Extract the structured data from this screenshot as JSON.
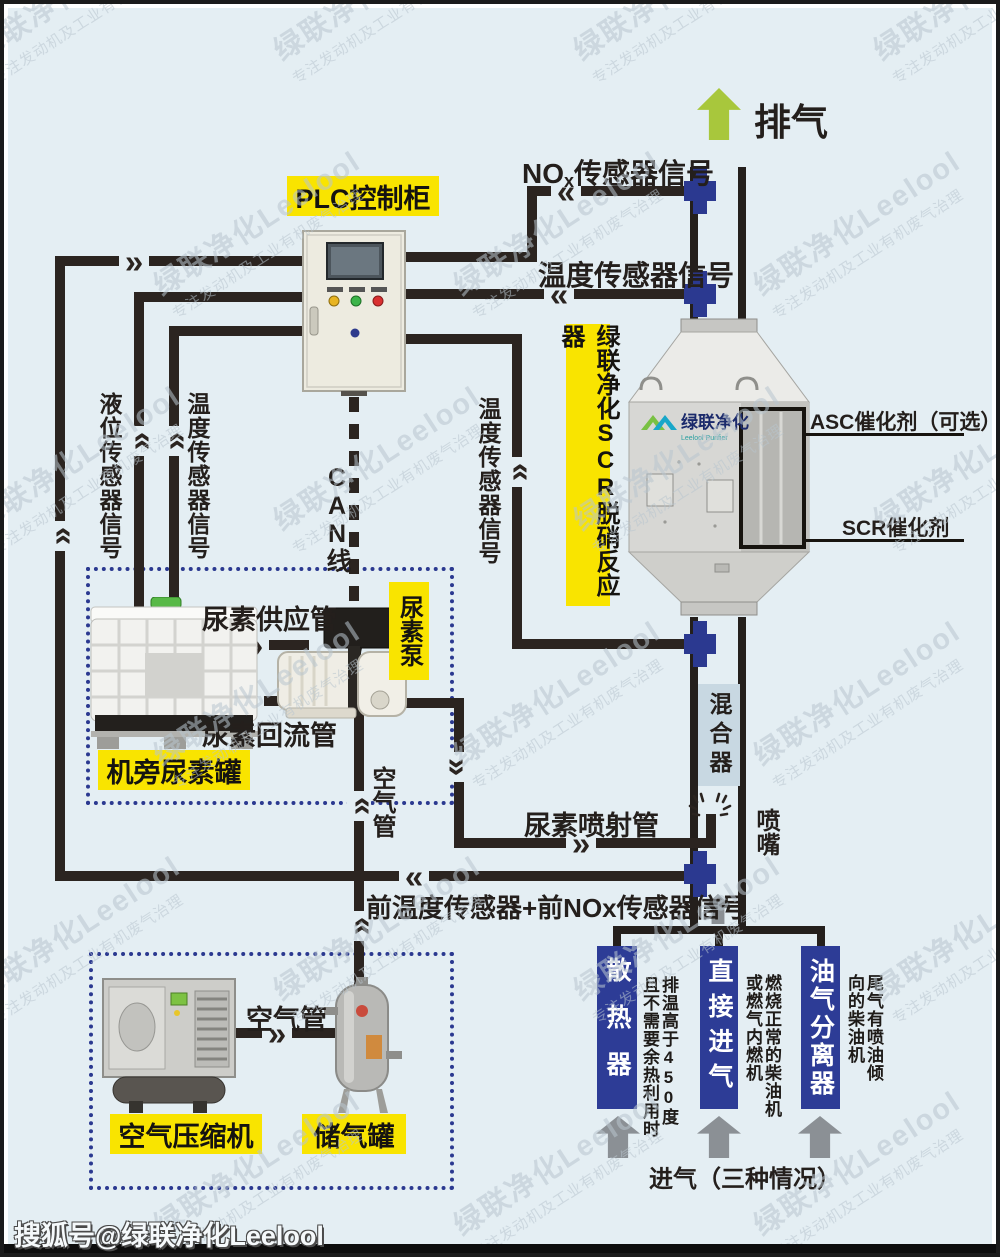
{
  "colors": {
    "background": "#e4eef3",
    "line": "#2b2420",
    "sensor_blue": "#2b3990",
    "label_yellow": "#f9e400",
    "intake_box_blue": "#2d3c96",
    "mixer_bg": "#c8d8e2",
    "exhaust_arrow_green": "#a8c73c",
    "intake_arrow_gray": "#8b9095"
  },
  "icons": {
    "chevron_right": "»",
    "chevron_left": "«"
  },
  "watermark": {
    "line1": "绿联净化Leelool",
    "line2": "专注发动机及工业有机废气治理"
  },
  "footer": {
    "text": "搜狐号@绿联净化Leelool"
  },
  "top": {
    "exhaust": "排气",
    "nox_prefix": "NO",
    "nox_sub": "x",
    "nox_suffix": "传感器信号",
    "temp_signal": "温度传感器信号"
  },
  "plc": {
    "label": "PLC控制柜"
  },
  "left_signals": {
    "level": "液位传感器信号",
    "temp": "温度传感器信号",
    "can": "CAN线",
    "mid_temp": "温度传感器信号"
  },
  "reactor": {
    "label": "绿联净化SCR脱硝反应器",
    "asc": "ASC催化剂（可选）",
    "scr": "SCR催化剂",
    "logo_cn": "绿联净化",
    "logo_en": "Leelool Purifier"
  },
  "urea": {
    "supply": "尿素供应管",
    "pump": "尿素泵",
    "return": "尿素回流管",
    "tank": "机旁尿素罐",
    "injection": "尿素喷射管",
    "air_pipe": "空气管"
  },
  "duct": {
    "mixer": "混合器",
    "nozzle": "喷嘴",
    "front_sensors": "前温度传感器+前NOx传感器信号"
  },
  "intake": {
    "caption": "进气（三种情况）",
    "options": [
      {
        "title": "散热器",
        "note": "排温高于450度且不需要余热利用时"
      },
      {
        "title": "直接进气",
        "note": "燃烧正常的柴油机或燃气内燃机"
      },
      {
        "title": "油气分离器",
        "note": "尾气有喷油倾向的柴油机"
      }
    ]
  },
  "air_system": {
    "compressor": "空气压缩机",
    "pipe": "空气管",
    "tank": "储气罐"
  }
}
